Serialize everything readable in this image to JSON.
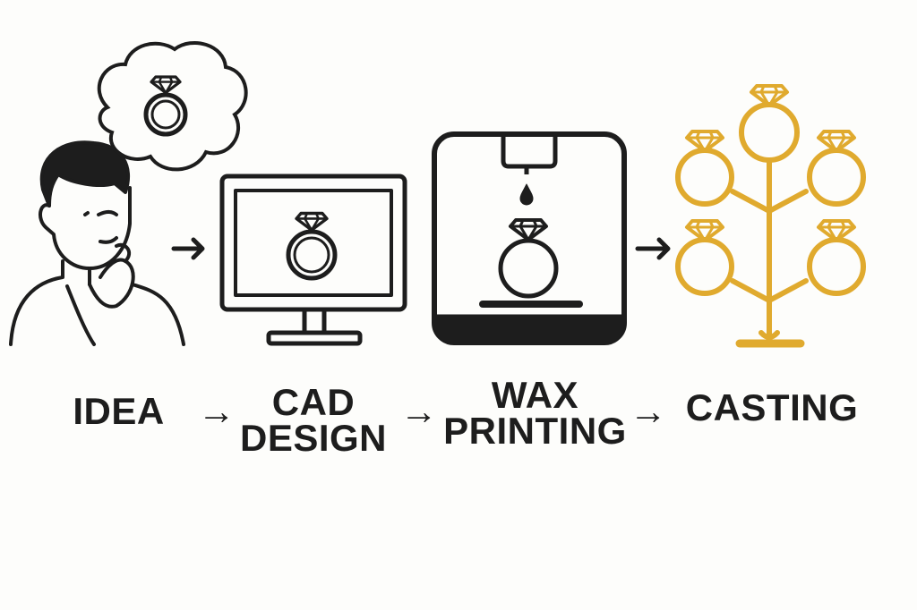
{
  "steps": [
    {
      "line1": "IDEA"
    },
    {
      "line1": "CAD",
      "line2": "DESIGN"
    },
    {
      "line1": "WAX",
      "line2": "PRINTING"
    },
    {
      "line1": "CASTING"
    }
  ],
  "arrow_glyph": "→",
  "colors": {
    "ink": "#1d1d1d",
    "gold": "#E0AA2E",
    "background": "#fdfdfb"
  }
}
